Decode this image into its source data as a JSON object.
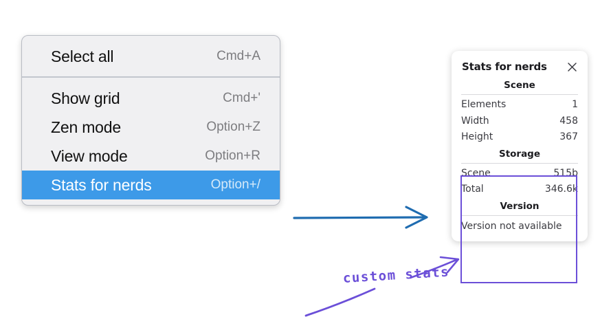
{
  "menu": {
    "sections": [
      {
        "items": [
          {
            "label": "Select all",
            "shortcut": "Cmd+A",
            "selected": false
          }
        ]
      },
      {
        "items": [
          {
            "label": "Show grid",
            "shortcut": "Cmd+'",
            "selected": false
          },
          {
            "label": "Zen mode",
            "shortcut": "Option+Z",
            "selected": false
          },
          {
            "label": "View mode",
            "shortcut": "Option+R",
            "selected": false
          },
          {
            "label": "Stats for nerds",
            "shortcut": "Option+/",
            "selected": true
          }
        ]
      }
    ]
  },
  "stats_panel": {
    "title": "Stats for nerds",
    "close_icon": "close-icon",
    "sections": [
      {
        "heading": "Scene",
        "rows": [
          {
            "key": "Elements",
            "value": "1"
          },
          {
            "key": "Width",
            "value": "458"
          },
          {
            "key": "Height",
            "value": "367"
          }
        ]
      },
      {
        "heading": "Storage",
        "rows": [
          {
            "key": "Scene",
            "value": "515b"
          },
          {
            "key": "Total",
            "value": "346.6k"
          }
        ]
      },
      {
        "heading": "Version",
        "note": "Version not available"
      }
    ]
  },
  "annotations": {
    "custom_stats_label": "custom stats",
    "blue_arrow": "arrow-right-icon",
    "purple_arrow": "arrow-up-right-icon",
    "purple_underline": "underline-stroke-icon"
  },
  "colors": {
    "menu_background": "#f0f0f2",
    "menu_border": "#b9bcc4",
    "menu_selected": "#3d9ae8",
    "panel_background": "#ffffff",
    "highlight_purple": "#6b4fd8",
    "arrow_blue": "#1f6cb0",
    "text_primary": "#111111",
    "text_muted": "#7d7d80"
  }
}
